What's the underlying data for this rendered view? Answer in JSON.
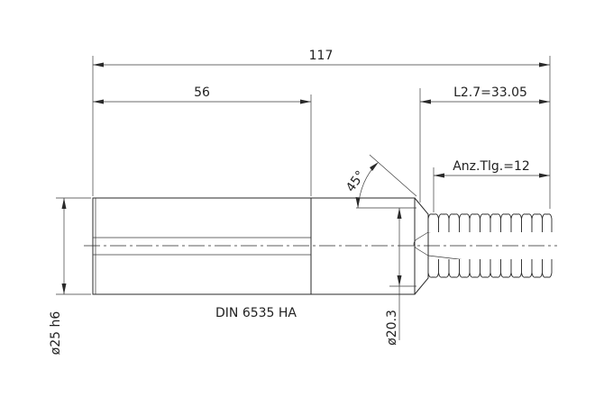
{
  "drawing": {
    "dimensions": {
      "overall_length": "117",
      "shank_length": "56",
      "thread_length": "L2.7=33.05",
      "thread_count": "Anz.Tlg.=12",
      "chamfer_angle": "45°",
      "shank_diameter": "ø25 h6",
      "neck_diameter": "ø20.3"
    },
    "standard_label": "DIN 6535 HA"
  }
}
